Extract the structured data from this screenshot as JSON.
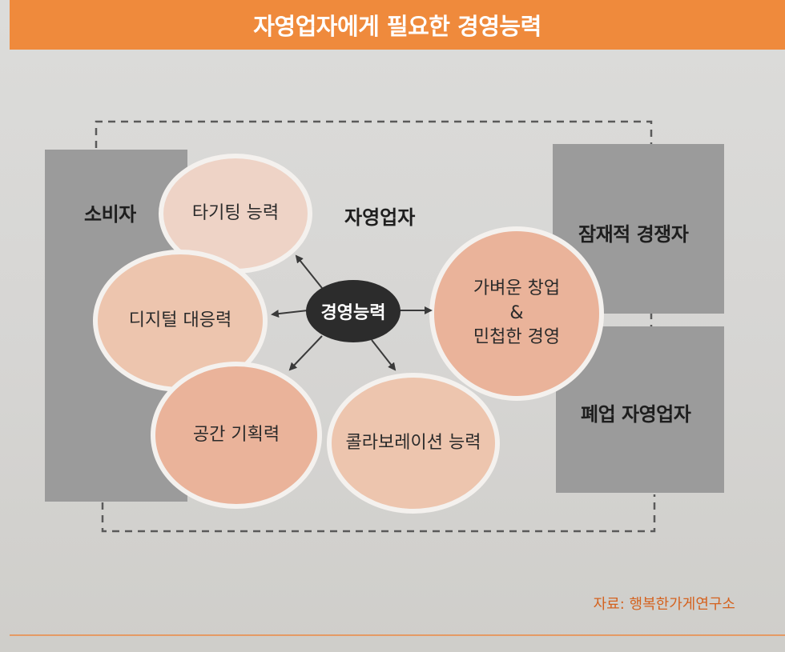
{
  "title": "자영업자에게 필요한 경영능력",
  "labels": {
    "consumer": "소비자",
    "self_employed": "자영업자",
    "potential_competitors": "잠재적 경쟁자",
    "closed_self_employed": "폐업 자영업자"
  },
  "core": "경영능력",
  "abilities": {
    "targeting": "타기팅 능력",
    "digital": "디지털 대응력",
    "space_planning": "공간 기획력",
    "collaboration": "콜라보레이션 능력",
    "lean_startup_line1": "가벼운 창업",
    "lean_startup_line2": "&",
    "lean_startup_line3": "민첩한 경영"
  },
  "source": "자료: 행복한가게연구소",
  "colors": {
    "accent": "#ef8a3c",
    "box_gray": "#9b9b9b",
    "bubble_peach": "#eab39a",
    "core_dark": "#2c2c2c"
  }
}
